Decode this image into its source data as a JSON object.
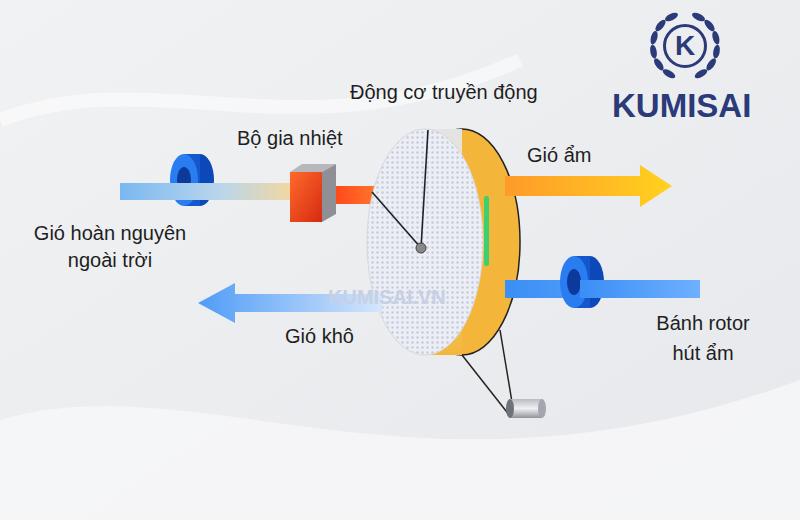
{
  "diagram": {
    "nodes": [
      {
        "text": [
          "K"
        ]
      }
    ],
    "labels": [
      "Động cơ truyền động",
      "Bộ gia nhiệt",
      "Gió ẩm",
      "Gió hoàn nguyên ngoài trời",
      "Gió khô",
      "Bánh rotor hút ẩm",
      "KUMISAI",
      "KUMISAI.VN"
    ]
  }
}
